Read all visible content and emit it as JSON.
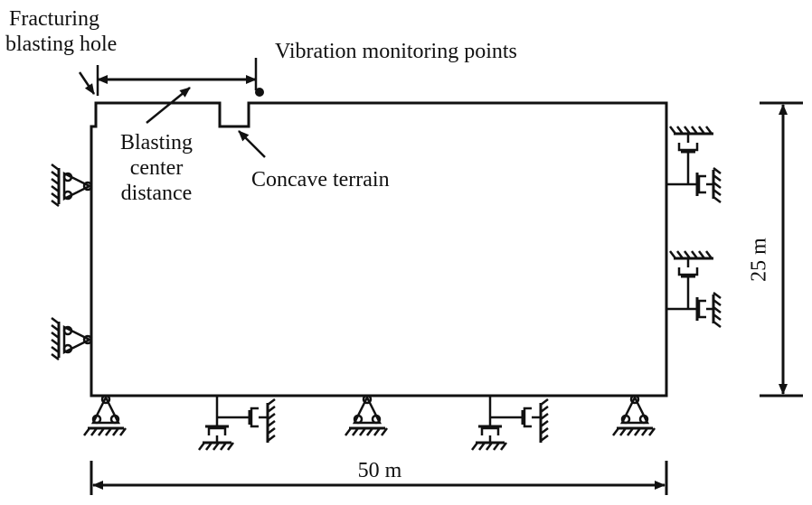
{
  "labels": {
    "fracturing_line1": "Fracturing",
    "fracturing_line2": "blasting hole",
    "vibration": "Vibration monitoring points",
    "blasting_line1": "Blasting",
    "blasting_line2": "center",
    "blasting_line3": "distance",
    "concave": "Concave terrain",
    "height_dim": "25 m",
    "width_dim": "50 m"
  },
  "colors": {
    "ink": "#111111",
    "background": "#ffffff"
  },
  "boundary_supports": {
    "left_side": [
      "pin-support",
      "pin-support"
    ],
    "right_side": [
      "viscous-spring-damper",
      "viscous-spring-damper"
    ],
    "bottom": [
      "pin-support",
      "viscous-spring-damper",
      "pin-support",
      "viscous-spring-damper",
      "pin-support"
    ]
  }
}
